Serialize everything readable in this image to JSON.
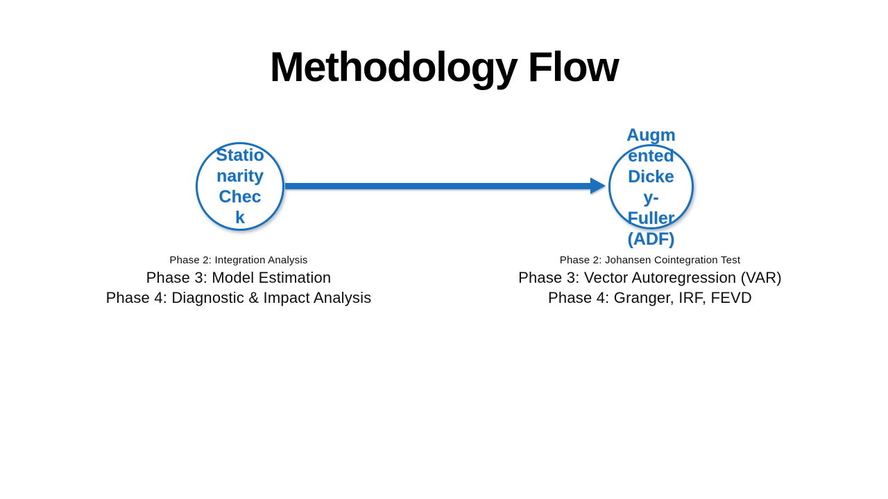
{
  "slide": {
    "title": "Methodology Flow",
    "background_color": "#FFFFFF",
    "accent_color": "#1570BF",
    "text_color": "#0D0D0D"
  },
  "diagram": {
    "type": "flow",
    "arrow": {
      "from": "left-node",
      "to": "right-node",
      "direction": "right",
      "color": "#1B70C0"
    },
    "left_node": {
      "label": "Stationarity Check",
      "label_wrapped": "Statio\nnarity\nChec\nk",
      "shape": "circle",
      "phases": [
        "Phase 2: Integration Analysis",
        "Phase 3: Model Estimation",
        "Phase 4: Diagnostic & Impact Analysis"
      ]
    },
    "right_node": {
      "label": "Augmented Dickey-Fuller (ADF)",
      "label_wrapped": "Augm\nented\nDicke\ny-\nFuller\n(ADF)",
      "shape": "circle",
      "phases": [
        "Phase 2: Johansen Cointegration Test",
        "Phase 3: Vector Autoregression (VAR)",
        "Phase 4: Granger, IRF, FEVD"
      ]
    }
  }
}
